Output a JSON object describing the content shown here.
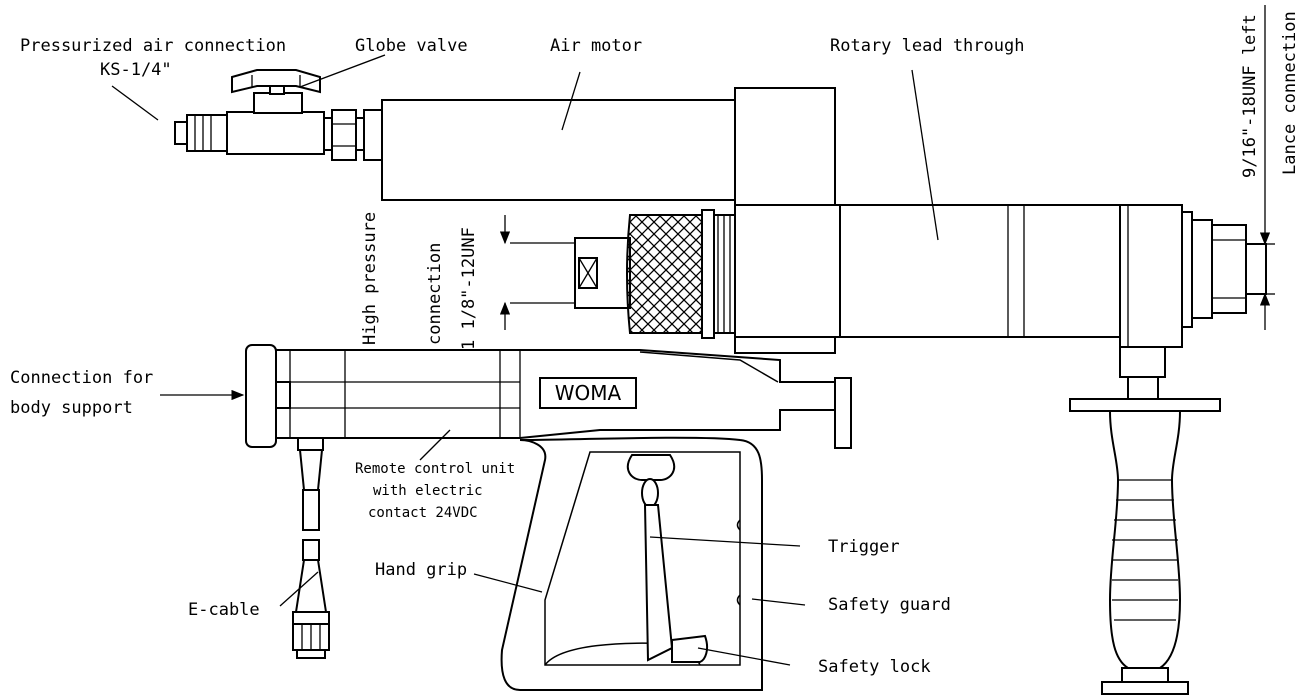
{
  "labels": {
    "air_connection_line1": "Pressurized air connection",
    "air_connection_line2": "KS-1/4\"",
    "globe_valve": "Globe valve",
    "air_motor": "Air motor",
    "rotary_lead": "Rotary lead through",
    "lance_thread": "9/16\"-18UNF left",
    "lance_connection": "Lance connection",
    "high_pressure": "High pressure",
    "connection": "connection",
    "hp_thread": "1 1/8\"-12UNF",
    "body_support_line1": "Connection for",
    "body_support_line2": "body support",
    "woma": "WOMA",
    "remote_line1": "Remote control unit",
    "remote_line2": "with electric",
    "remote_line3": "contact 24VDC",
    "trigger": "Trigger",
    "safety_guard": "Safety guard",
    "hand_grip": "Hand grip",
    "e_cable": "E-cable",
    "safety_lock": "Safety lock"
  }
}
